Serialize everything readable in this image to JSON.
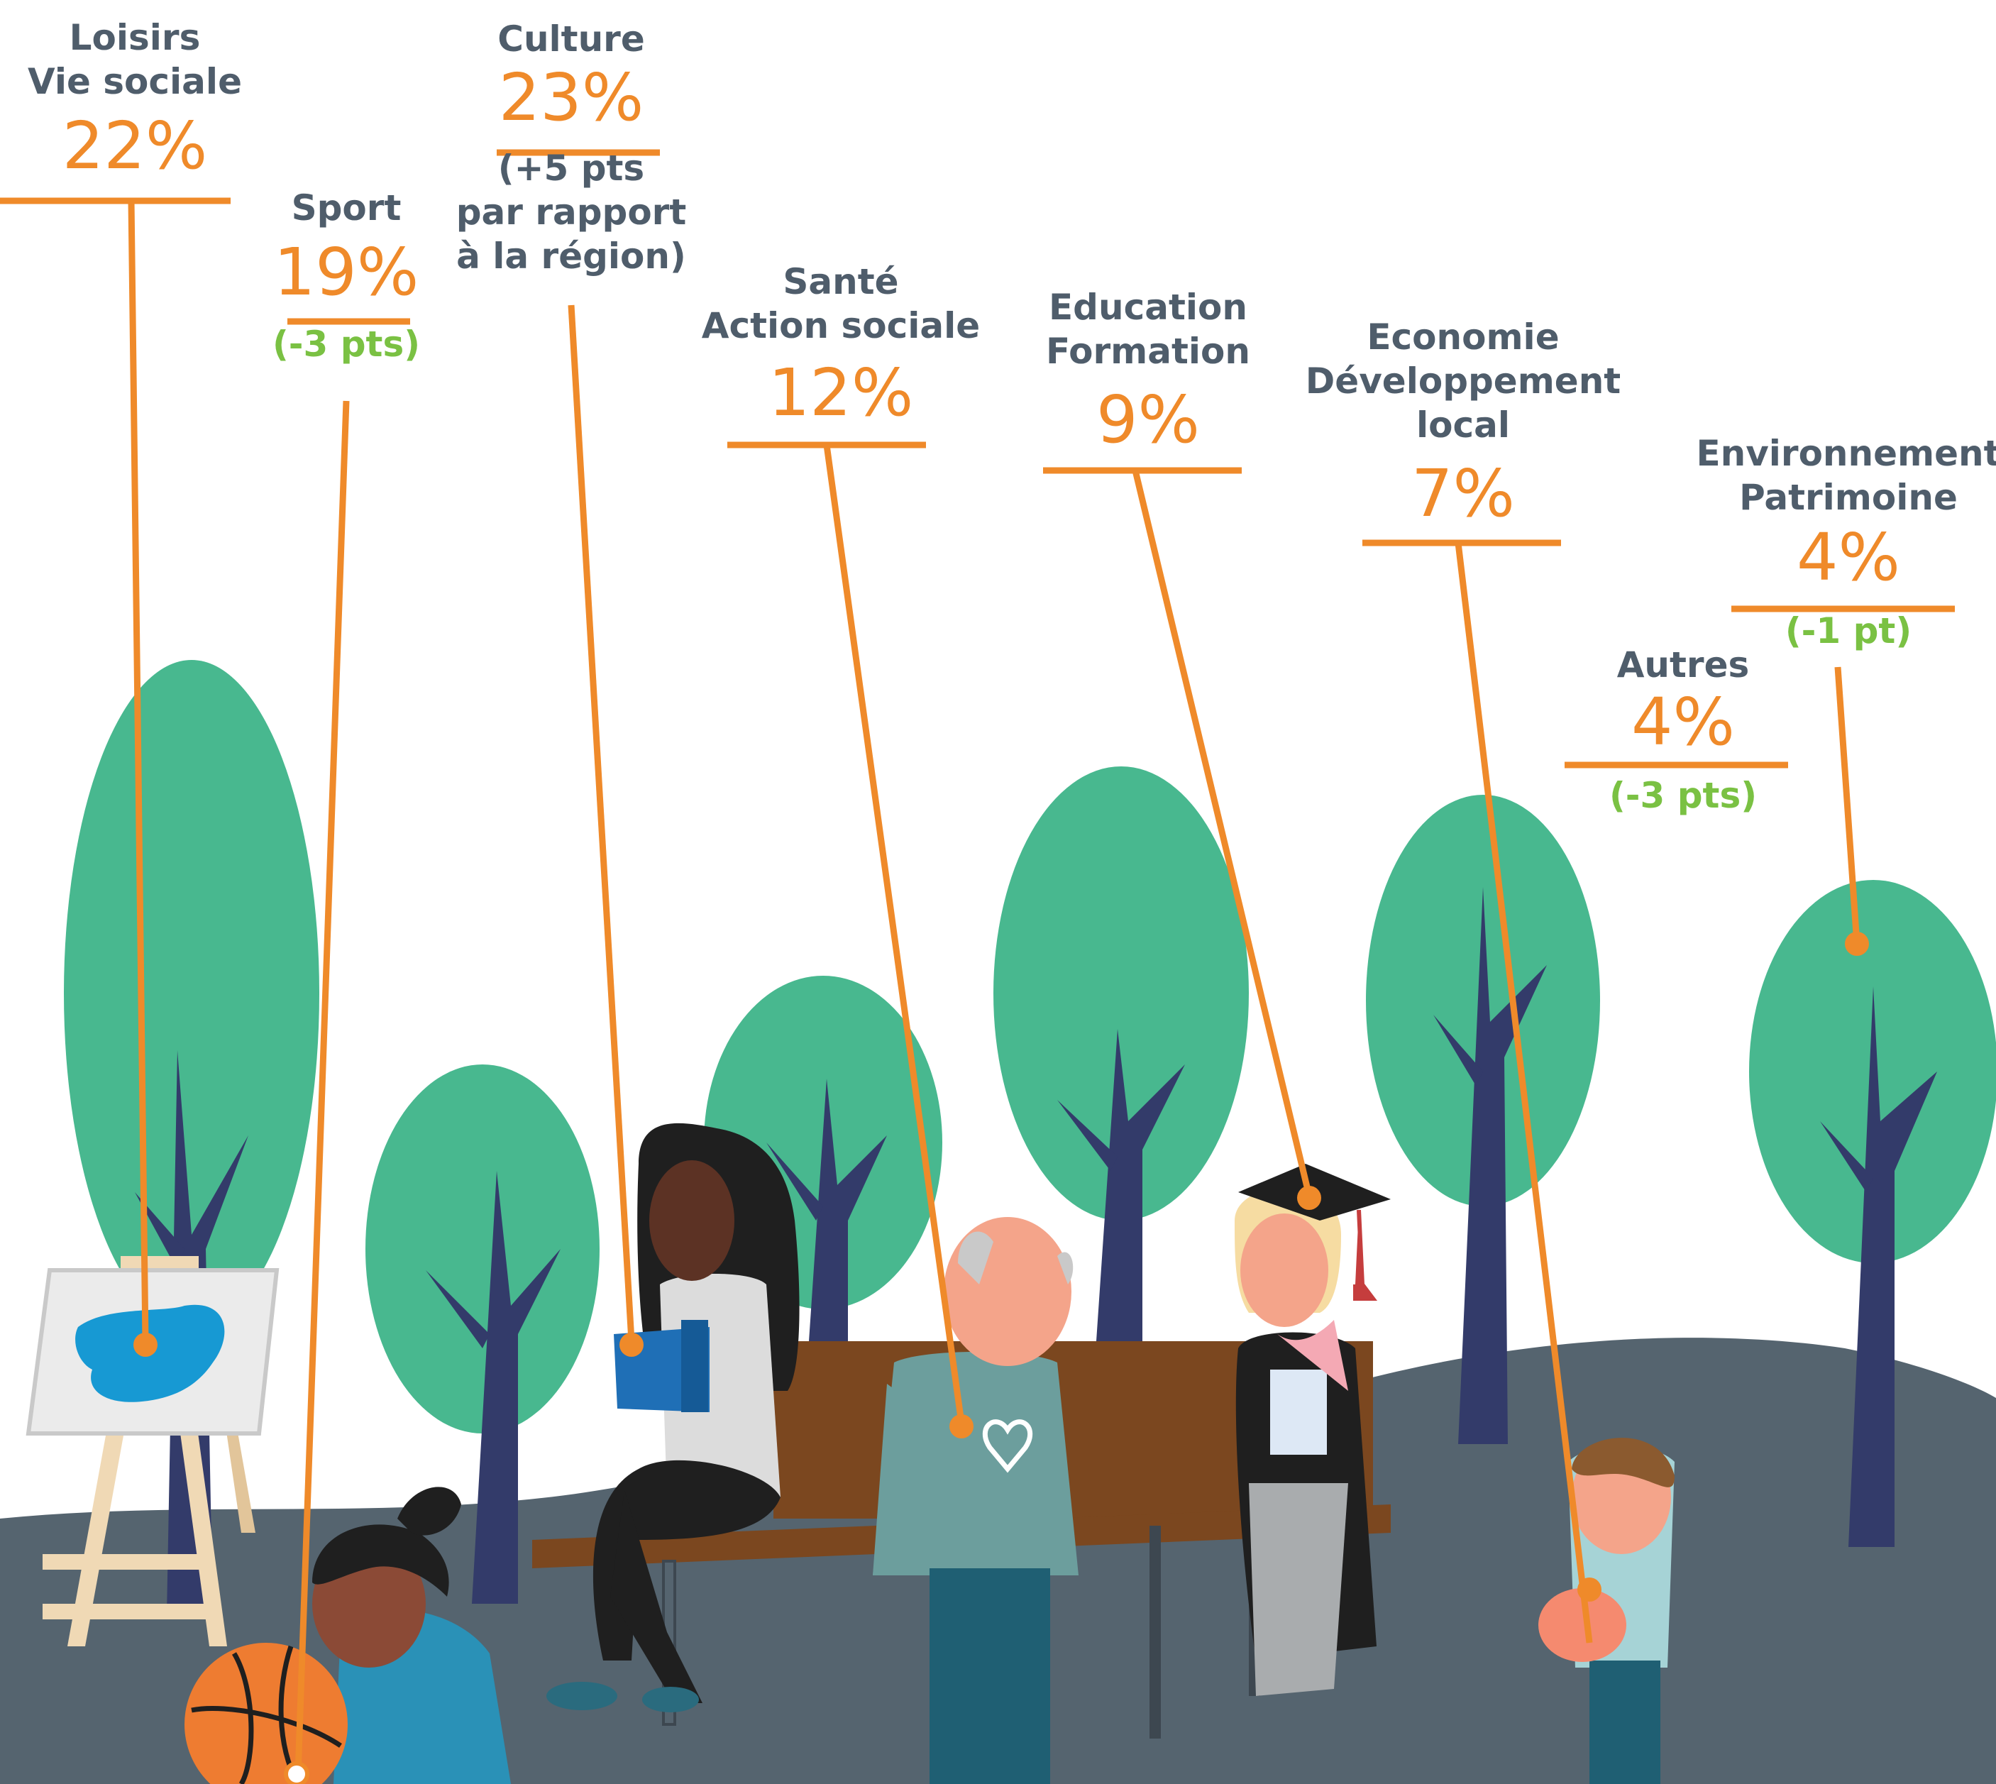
{
  "categories": [
    {
      "title1": "Loisirs",
      "title2": "Vie sociale",
      "pct": "22%"
    },
    {
      "title1": "Sport",
      "pct": "19%",
      "delta": "(-3 pts)"
    },
    {
      "title1": "Culture",
      "pct": "23%",
      "note1": "(+5 pts",
      "note2": "par rapport",
      "note3": "à la région)"
    },
    {
      "title1": "Santé",
      "title2": "Action sociale",
      "pct": "12%"
    },
    {
      "title1": "Education",
      "title2": "Formation",
      "pct": "9%"
    },
    {
      "title1": "Economie",
      "title2": "Développement",
      "title3": "local",
      "pct": "7%"
    },
    {
      "title1": "Environnement",
      "title2": "Patrimoine",
      "pct": "4%",
      "delta": "(-1 pt)"
    },
    {
      "title1": "Autres",
      "pct": "4%",
      "delta": "(-3 pts)"
    }
  ],
  "colors": {
    "accent": "#ef8a2a",
    "title_text": "#4f5d6b",
    "delta_green": "#7ac143",
    "tree_green": "#48b88f",
    "trunk": "#333b6a",
    "ground": "#55646f",
    "bench": "#7b471f"
  }
}
